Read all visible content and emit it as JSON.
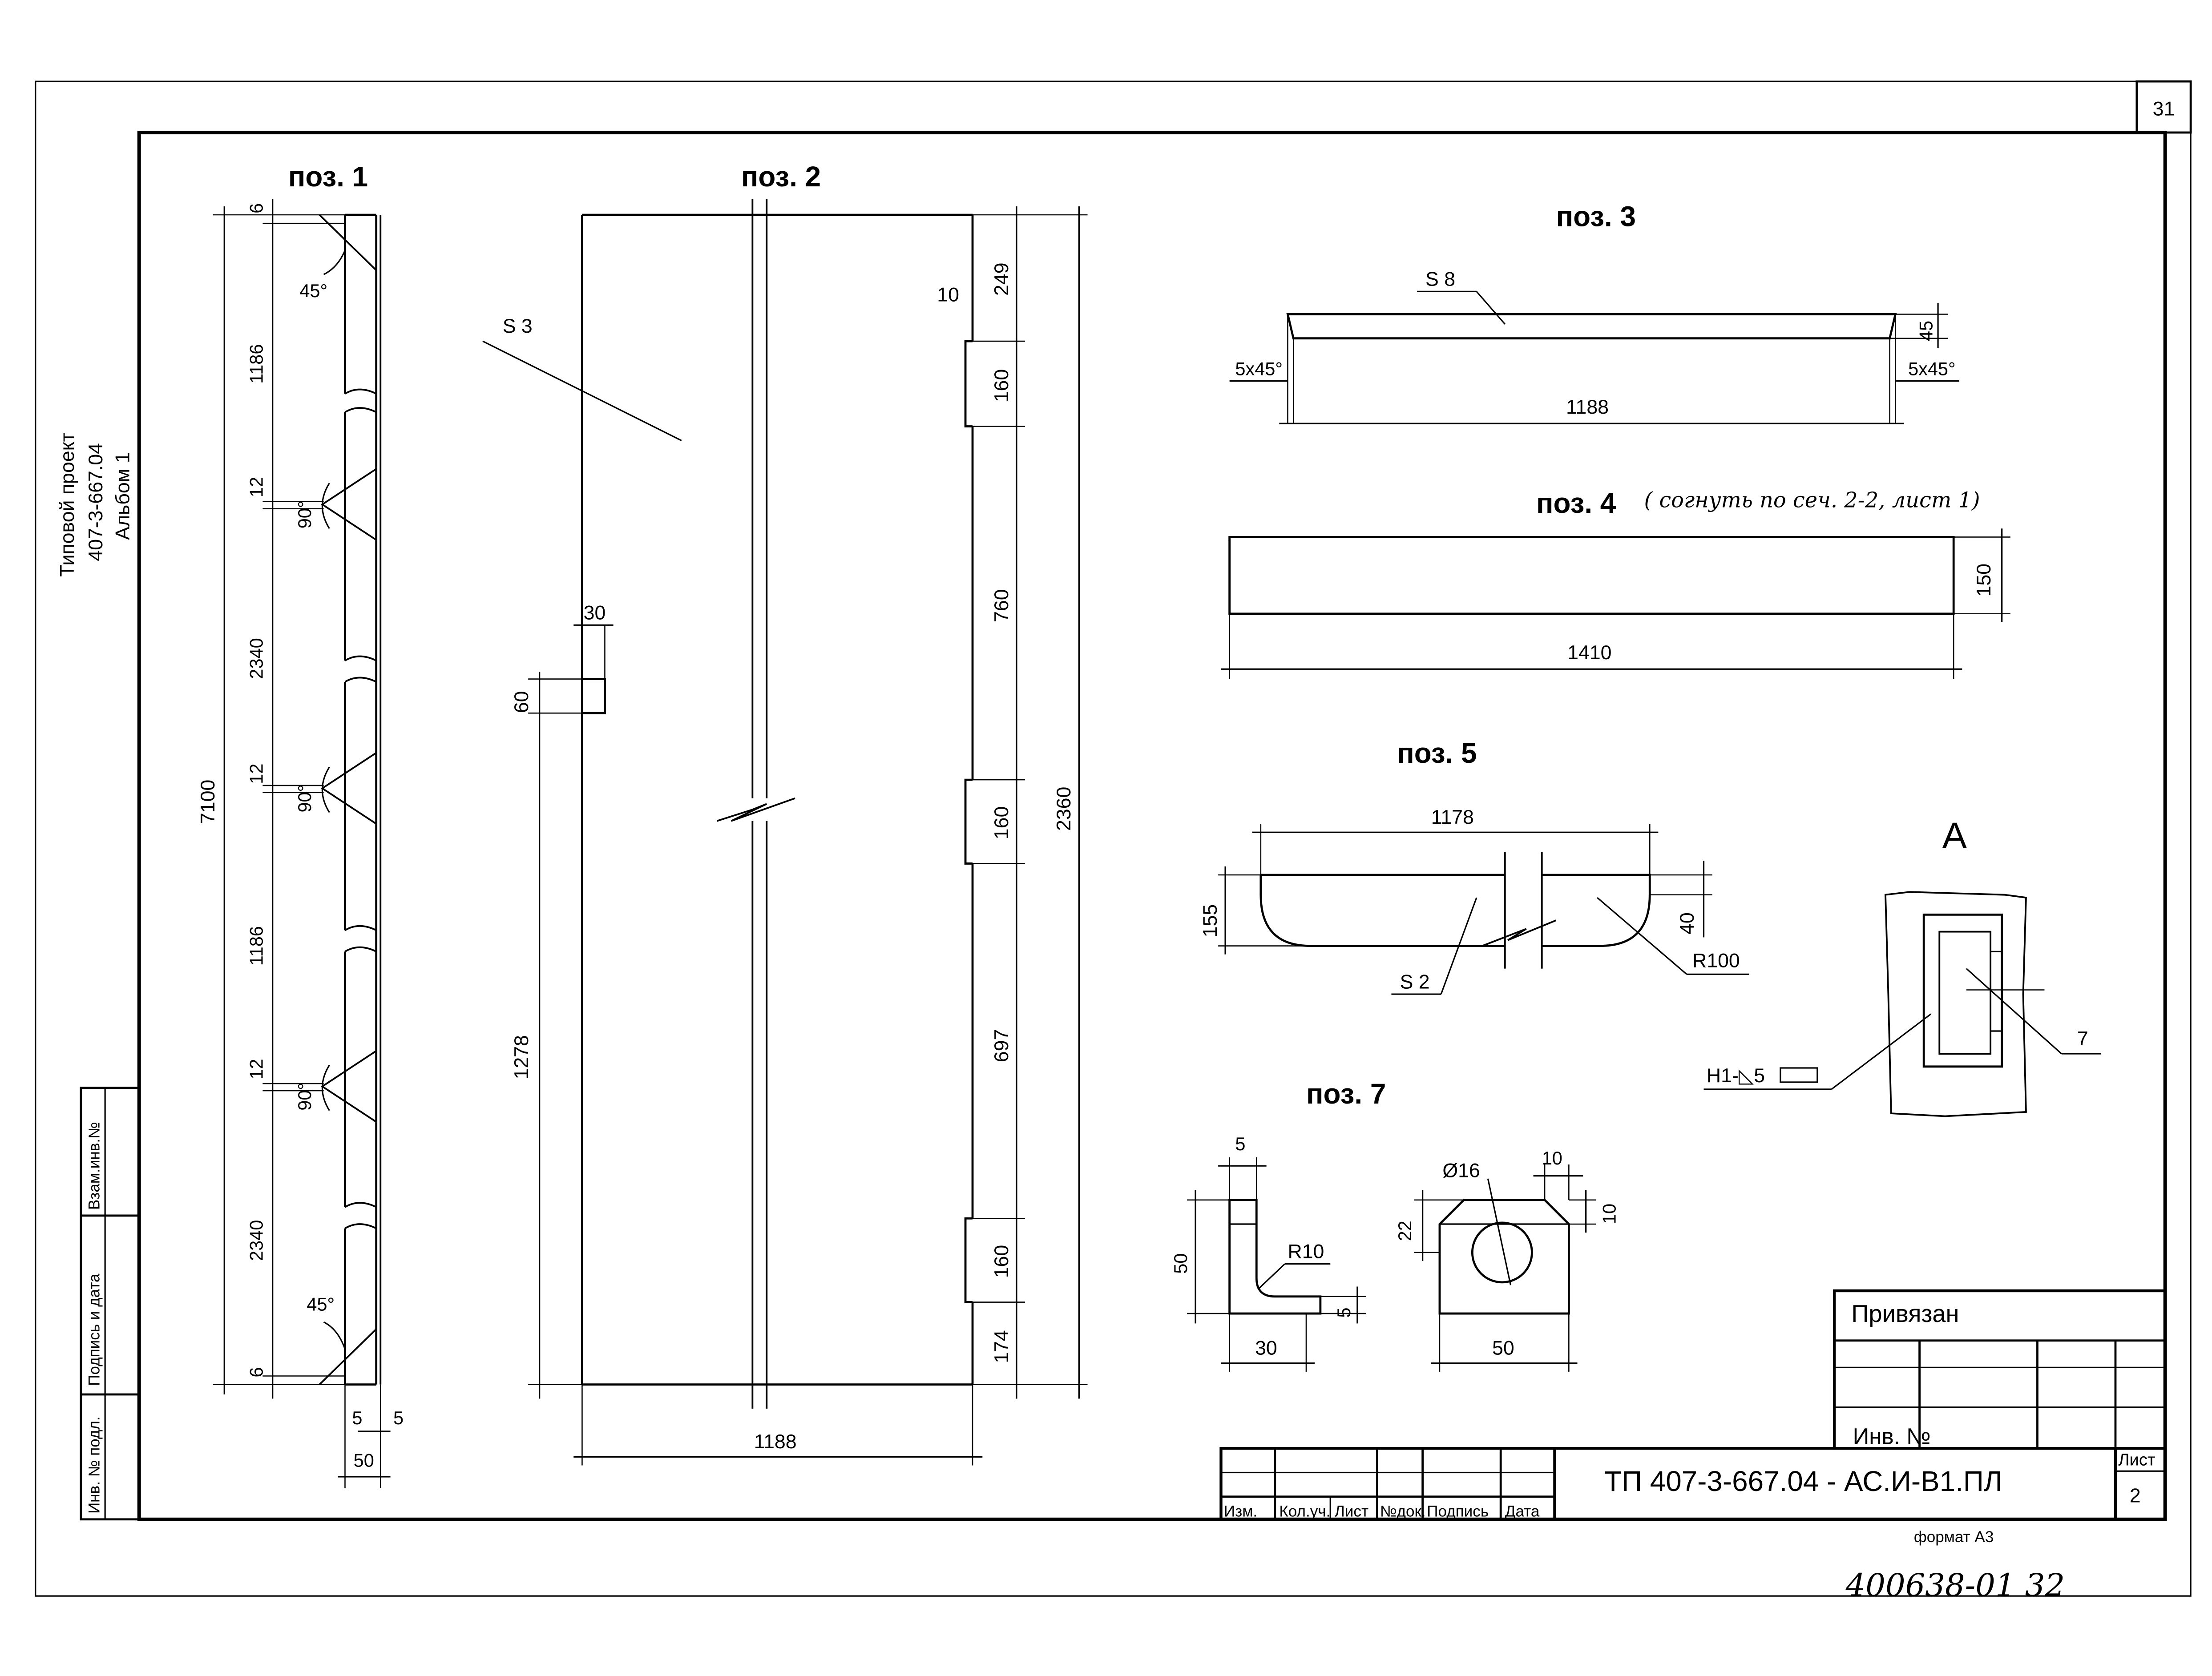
{
  "sheet_number": "31",
  "side_stamp": {
    "line1": "Типовой проект",
    "line2": "407-3-667.04",
    "line3": "Альбом 1"
  },
  "side_table": {
    "col1": "Инв. № подл.",
    "col2": "Подпись и дата",
    "col3": "Взам.инв.№"
  },
  "pos1": {
    "title": "поз. 1",
    "total": "7100",
    "dims": [
      "6",
      "1186",
      "12",
      "2340",
      "12",
      "1186",
      "12",
      "2340",
      "6"
    ],
    "angle_45": "45°",
    "angle_90": "90°",
    "bottom": [
      "5",
      "5",
      "50"
    ]
  },
  "pos2": {
    "title": "поз. 2",
    "thickness": "S 3",
    "notch_w": "30",
    "notch_h": "60",
    "left_h": "1278",
    "right_dims": [
      "10",
      "249",
      "160",
      "760",
      "160",
      "697",
      "160",
      "174"
    ],
    "total_h": "2360",
    "width": "1188"
  },
  "pos3": {
    "title": "поз. 3",
    "thickness": "S 8",
    "chamfer_l": "5x45°",
    "chamfer_r": "5x45°",
    "height": "45",
    "length": "1188"
  },
  "pos4": {
    "title": "поз. 4",
    "note": "( согнуть по сеч. 2-2, лист 1)",
    "height": "150",
    "length": "1410"
  },
  "pos5": {
    "title": "поз. 5",
    "length": "1178",
    "height": "155",
    "inner": "40",
    "radius": "R100",
    "thickness": "S 2"
  },
  "pos7": {
    "title": "поз. 7",
    "dim5": "5",
    "dim50": "50",
    "radius": "R10",
    "dim5b": "5",
    "dim30": "30",
    "hole": "Ø16",
    "chamfer": "10",
    "chamfer_v": "10",
    "dim22": "22",
    "width": "50"
  },
  "detailA": {
    "label": "А",
    "weld": "Н1-◺5",
    "pos": "7"
  },
  "title_block": {
    "privyazan": "Привязан",
    "inv": "Инв. №",
    "code": "ТП   407-3-667.04 - АС.И-В1.ПЛ",
    "list_label": "Лист",
    "list_value": "2",
    "cols": [
      "Изм.",
      "Кол.уч.",
      "Лист",
      "№док.",
      "Подпись",
      "Дата"
    ],
    "format": "формат А3"
  },
  "archive_note": "400638-01   32"
}
